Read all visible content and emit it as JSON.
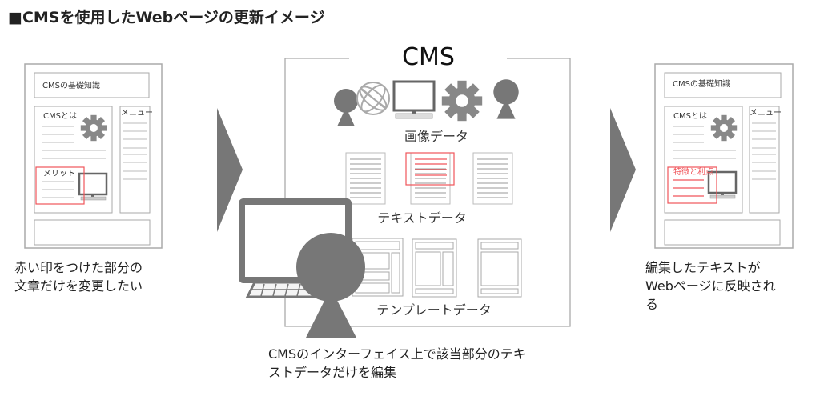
{
  "title": "■CMSを使用したWebページの更新イメージ",
  "colors": {
    "accent_red": "#f0555a",
    "icon_gray": "#777777",
    "line_gray": "#bbbbbb"
  },
  "before_page": {
    "header": "CMSの基礎知識",
    "section1": "CMSとは",
    "section2": "メリット",
    "menu": "メニュー",
    "caption": [
      "赤い印をつけた部分の",
      "文章だけを変更したい"
    ]
  },
  "cms": {
    "title": "CMS",
    "image_data_label": "画像データ",
    "text_data_label": "テキストデータ",
    "template_data_label": "テンプレートデータ",
    "caption": [
      "CMSのインターフェイス上で該当部分のテキ",
      "ストデータだけを編集"
    ]
  },
  "after_page": {
    "header": "CMSの基礎知識",
    "section1": "CMSとは",
    "section2": "特徴と利点",
    "menu": "メニュー",
    "caption": [
      "編集したテキストが",
      "Webページに反映され",
      "る"
    ]
  }
}
